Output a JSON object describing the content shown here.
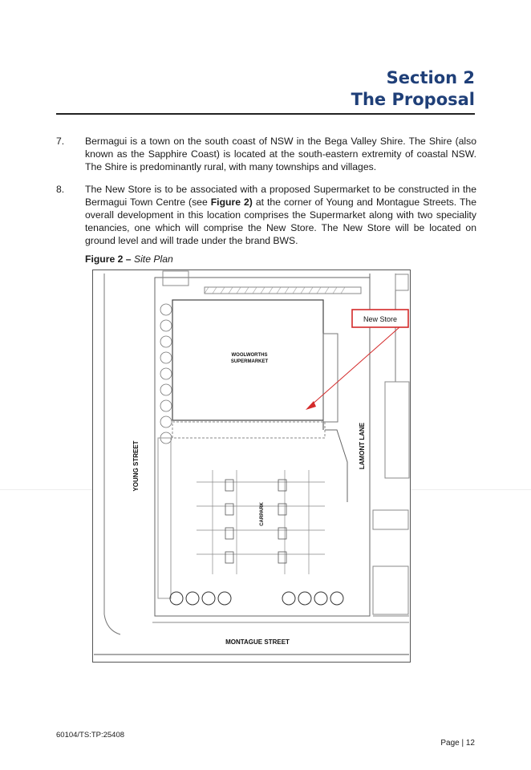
{
  "header": {
    "line1": "Section 2",
    "line2": "The Proposal"
  },
  "paragraphs": [
    {
      "num": "7.",
      "text": "Bermagui is a town on the south coast of NSW in the Bega Valley Shire. The Shire (also known as the Sapphire Coast) is located at the south-eastern extremity of coastal NSW. The Shire is predominantly rural, with many townships and villages."
    },
    {
      "num": "8.",
      "text_a": "The New Store is to be associated with a proposed Supermarket to be constructed in the Bermagui Town Centre (see ",
      "text_ref": "Figure 2)",
      "text_b": " at the corner of Young and Montague Streets. The overall development in this location comprises the Supermarket along with two speciality tenancies, one which will comprise the New Store. The New Store will be located on ground level and will trade under the brand BWS."
    }
  ],
  "figure": {
    "caption_bold": "Figure 2 – ",
    "caption_italic": "Site Plan",
    "labels": {
      "supermarket_1": "WOOLWORTHS",
      "supermarket_2": "SUPERMARKET",
      "new_store": "New Store",
      "young": "YOUNG STREET",
      "lamont": "LAMONT LANE",
      "carpark": "CARPARK",
      "montague": "MONTAGUE STREET"
    },
    "accent_color": "#d42a2a"
  },
  "footer": {
    "code": "60104/TS:TP:25408",
    "page": "Page | 12"
  }
}
